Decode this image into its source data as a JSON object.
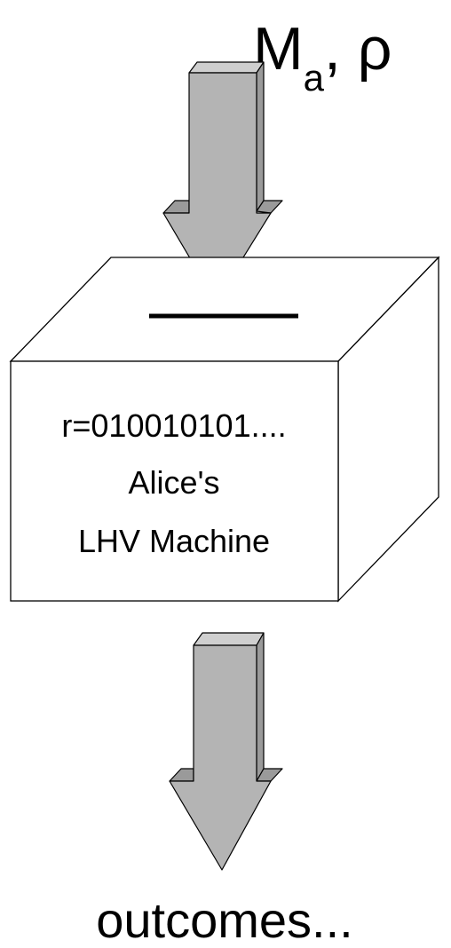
{
  "input_label": {
    "main": "M",
    "subscript": "a",
    "rest": ", ρ"
  },
  "machine": {
    "line1": "r=010010101....",
    "line2": "Alice's",
    "line3": "LHV Machine"
  },
  "output_label": "outcomes...",
  "colors": {
    "arrow_fill": "#b4b4b4",
    "arrow_side": "#9a9a9a",
    "arrow_top": "#cfcfcf",
    "stroke": "#000000",
    "box_fill": "#ffffff"
  }
}
